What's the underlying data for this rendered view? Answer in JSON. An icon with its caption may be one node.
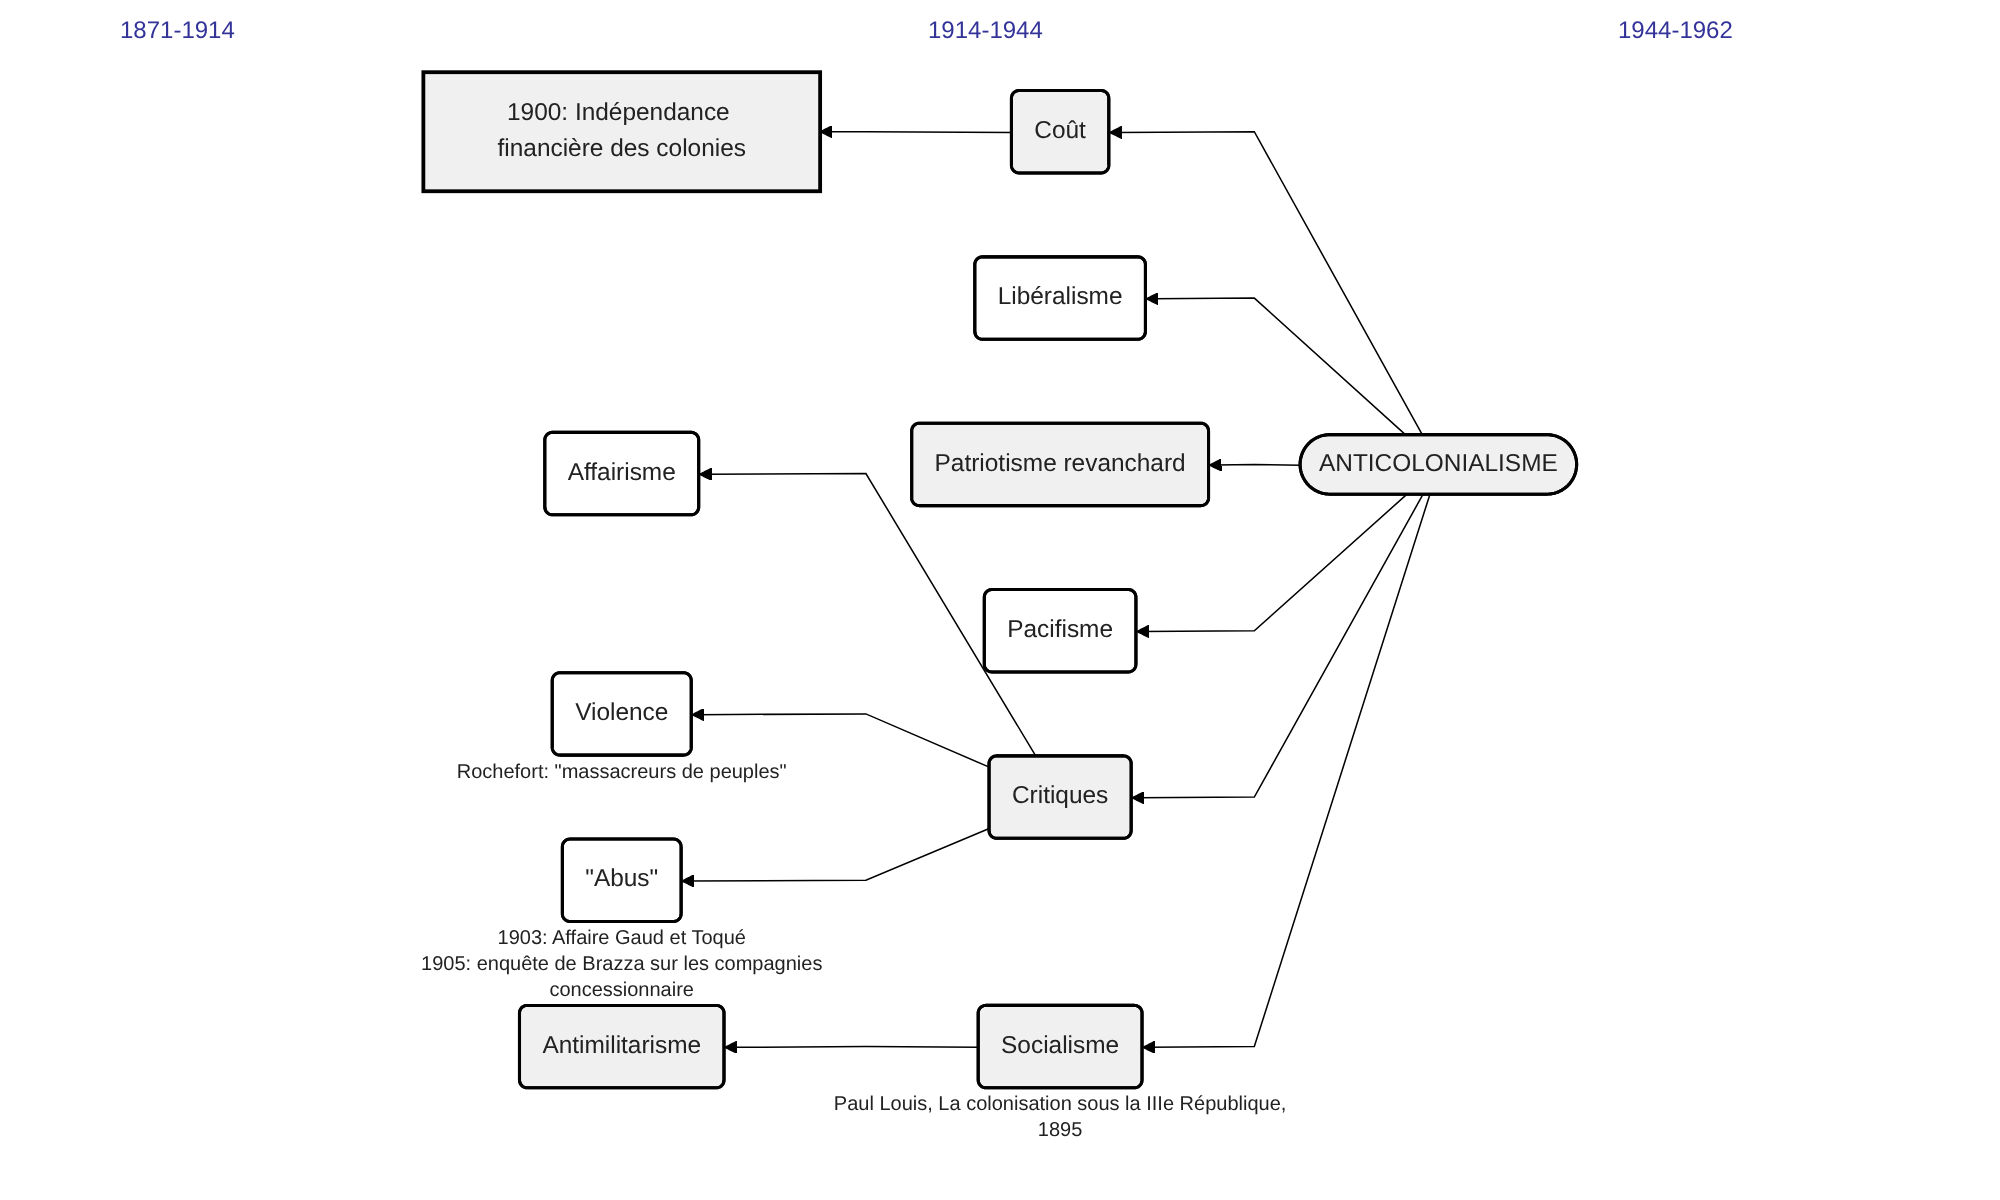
{
  "diagram": {
    "nodes": [
      {
        "text": [
          "ANTICOLONIALISME"
        ]
      },
      {
        "text": [
          "1900: Indépendance financière des colonies"
        ]
      },
      {
        "text": [
          "Coût"
        ]
      },
      {
        "text": [
          "Libéralisme"
        ]
      },
      {
        "text": [
          "Patriotisme revanchard"
        ]
      },
      {
        "text": [
          "Pacifisme"
        ]
      },
      {
        "text": [
          "Critiques"
        ]
      },
      {
        "text": [
          "Affairisme"
        ]
      },
      {
        "text": [
          "Violence"
        ],
        "beside": [
          "Rochefort: \"massacreurs de peuples\""
        ]
      },
      {
        "text": [
          "\"Abus\""
        ],
        "beside": [
          "1903: Affaire Gaud et Toqué",
          "1905: enquête de Brazza sur les compagnies concessionnaire"
        ]
      },
      {
        "text": [
          "Socialisme"
        ],
        "beside": [
          "Paul Louis, La colonisation sous la IIIe République, 1895"
        ]
      },
      {
        "text": [
          "Antimilitarisme"
        ]
      }
    ],
    "edges": [
      {
        "from": 0,
        "to": 2,
        "arrow": "to"
      },
      {
        "from": 2,
        "to": 1,
        "arrow": "to"
      },
      {
        "from": 0,
        "to": 3,
        "arrow": "to"
      },
      {
        "from": 0,
        "to": 4,
        "arrow": "to"
      },
      {
        "from": 0,
        "to": 5,
        "arrow": "to"
      },
      {
        "from": 0,
        "to": 6,
        "arrow": "to"
      },
      {
        "from": 6,
        "to": 7,
        "arrow": "to"
      },
      {
        "from": 6,
        "to": 8,
        "arrow": "to"
      },
      {
        "from": 6,
        "to": 9,
        "arrow": "to"
      },
      {
        "from": 0,
        "to": 10,
        "arrow": "to"
      },
      {
        "from": 10,
        "to": 11,
        "arrow": "to"
      }
    ],
    "labels": [
      "1871-1914",
      "1914-1944",
      "1944-1962"
    ]
  }
}
